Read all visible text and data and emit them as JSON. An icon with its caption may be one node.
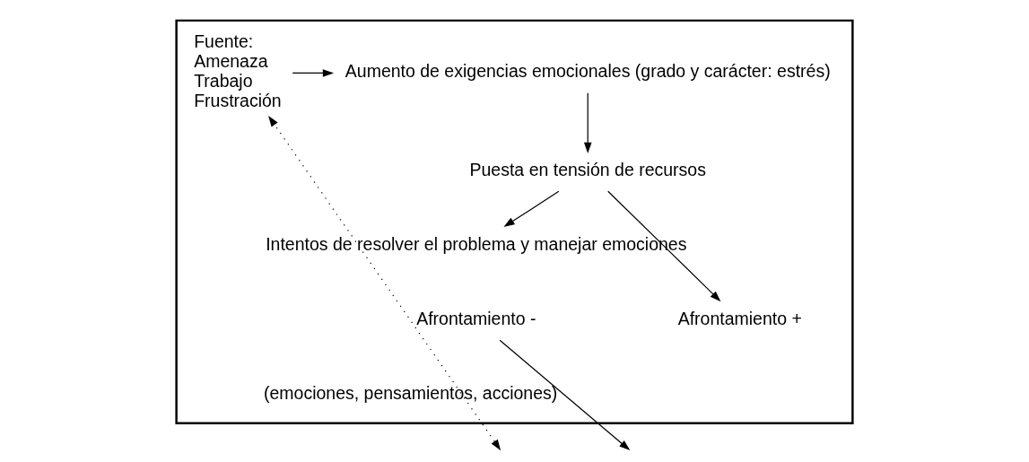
{
  "diagram": {
    "nodes": [
      {
        "text": [],
        "shape": "box"
      },
      {
        "text": [
          "Fuente:",
          "Amenaza",
          "Trabajo",
          "Frustración"
        ],
        "in": 0
      },
      {
        "text": [
          "Aumento de exigencias emocionales (grado y carácter: estrés)"
        ],
        "in": 0
      },
      {
        "text": [
          "Puesta en tensión de recursos"
        ],
        "in": 0
      },
      {
        "text": [
          "Intentos de resolver el problema y manejar emociones"
        ],
        "in": 0
      },
      {
        "text": [
          "Afrontamiento -"
        ],
        "in": 0
      },
      {
        "text": [
          "Afrontamiento +"
        ],
        "in": 0
      },
      {
        "text": [
          "(emociones, pensamientos, acciones)"
        ],
        "in": 0
      }
    ],
    "edges": [
      {
        "from": 1,
        "to": 2,
        "arrow": "to"
      },
      {
        "from": 2,
        "to": 3,
        "arrow": "to"
      },
      {
        "from": 3,
        "to": 4,
        "arrow": "to"
      },
      {
        "from": 3,
        "to": 6,
        "arrow": "to"
      },
      {
        "from": 5,
        "to": null,
        "arrow": "to"
      },
      {
        "from": null,
        "to": 1,
        "arrow": "both",
        "style": "dashed"
      }
    ]
  }
}
